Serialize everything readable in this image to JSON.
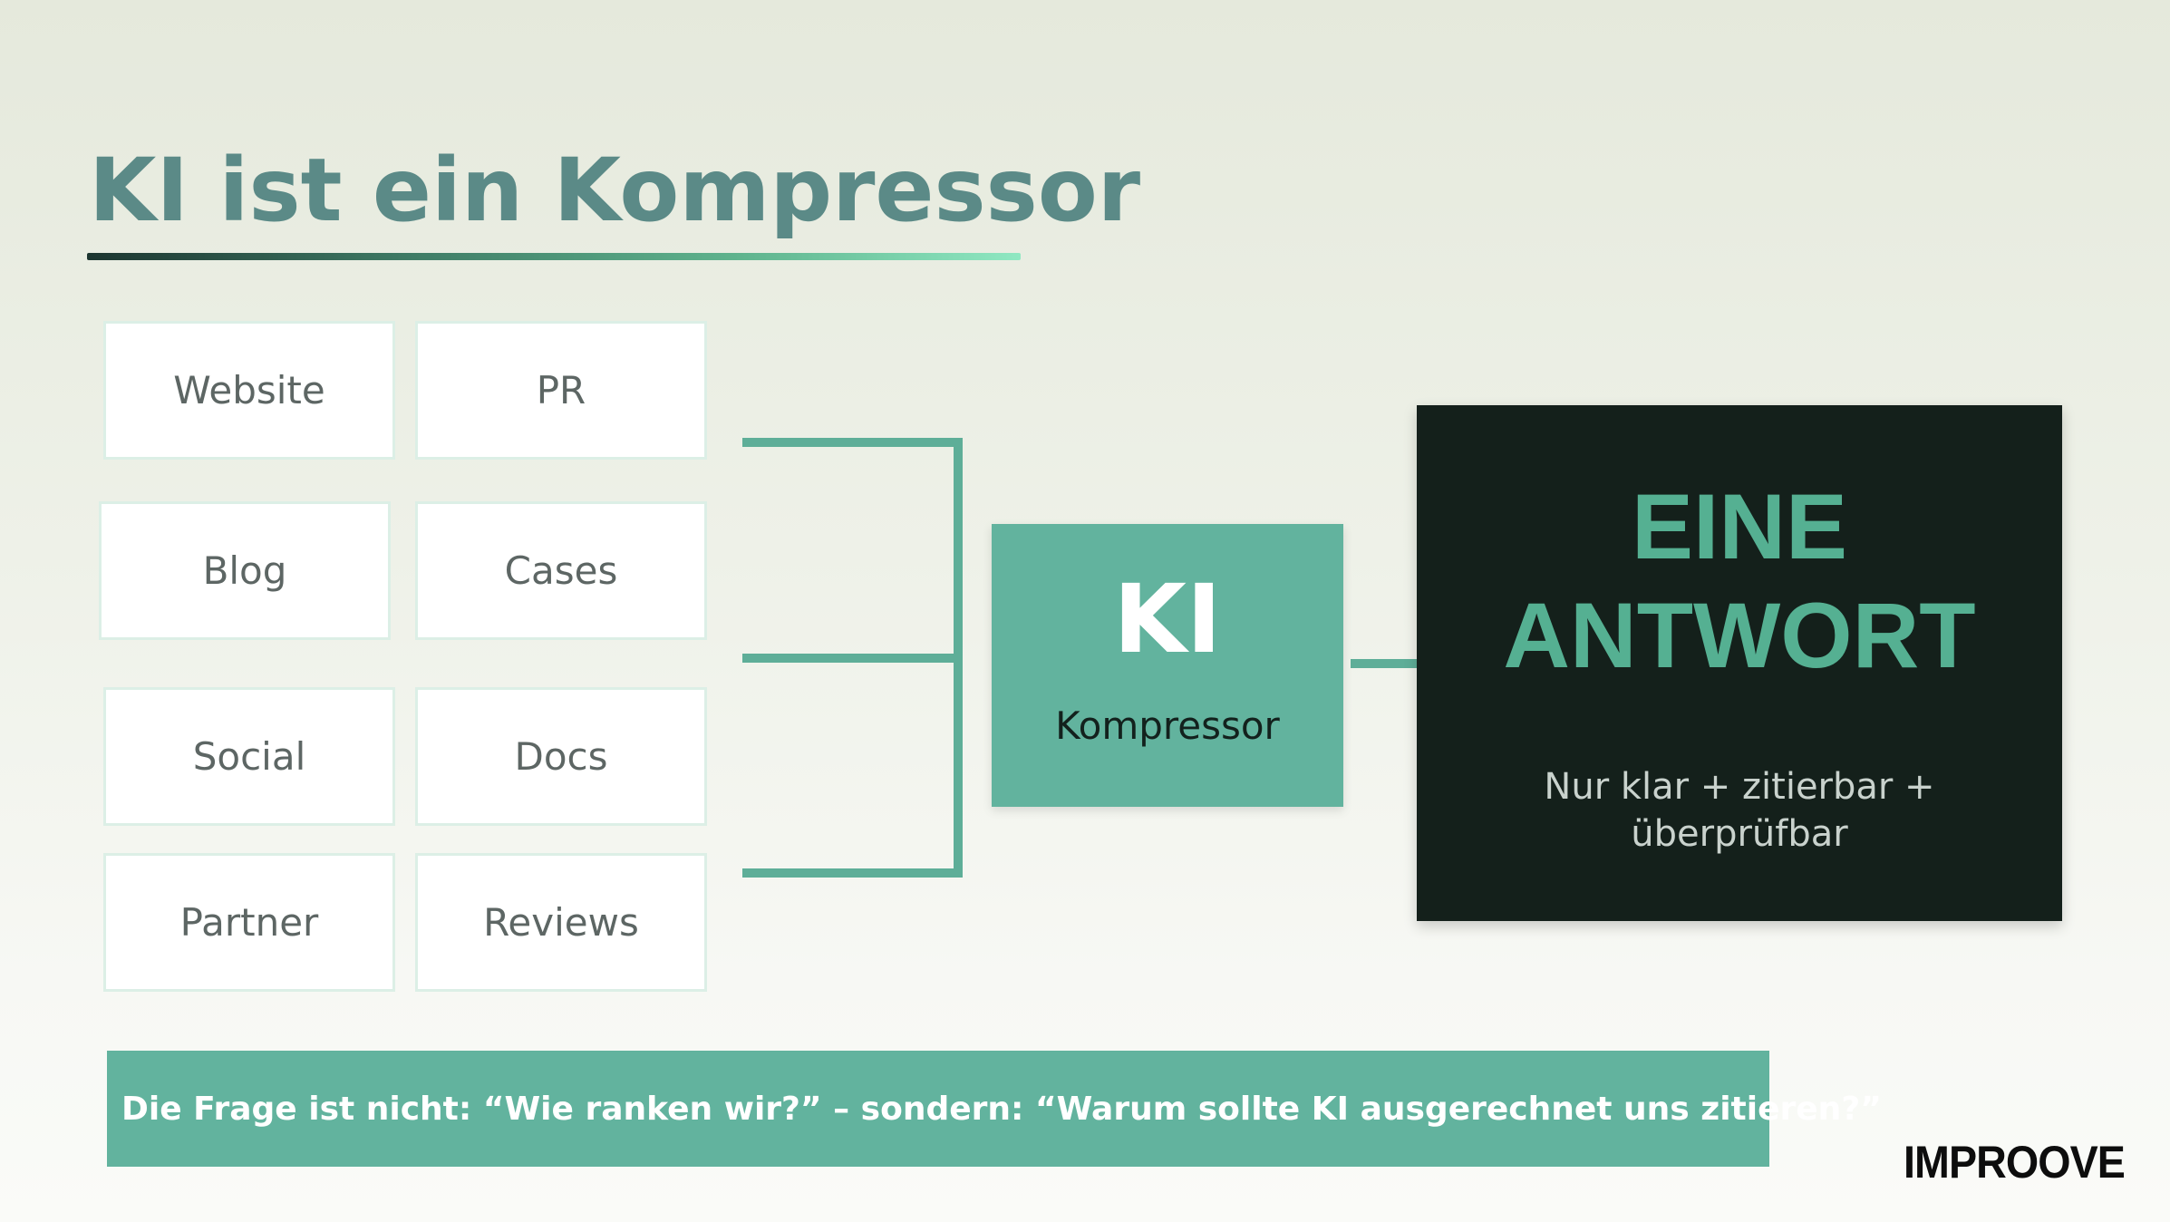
{
  "title": "KI ist ein Kompressor",
  "sources": [
    {
      "label": "Website"
    },
    {
      "label": "PR"
    },
    {
      "label": "Blog"
    },
    {
      "label": "Cases"
    },
    {
      "label": "Social"
    },
    {
      "label": "Docs"
    },
    {
      "label": "Partner"
    },
    {
      "label": "Reviews"
    }
  ],
  "compressor": {
    "big_label": "KI",
    "small_label": "Kompressor"
  },
  "answer": {
    "line1": "EINE",
    "line2": "ANTWORT",
    "subtitle": "Nur klar + zitierbar + überprüfbar"
  },
  "banner": {
    "text": "Die Frage ist nicht: “Wie ranken wir?” – sondern: “Warum sollte KI ausgerechnet uns zitieren?”"
  },
  "logo": {
    "text": "IMPROOVE"
  },
  "colors": {
    "accent": "#62b39e",
    "title": "#5b8a87",
    "dark": "#14201b",
    "answer_text": "#55b092"
  }
}
